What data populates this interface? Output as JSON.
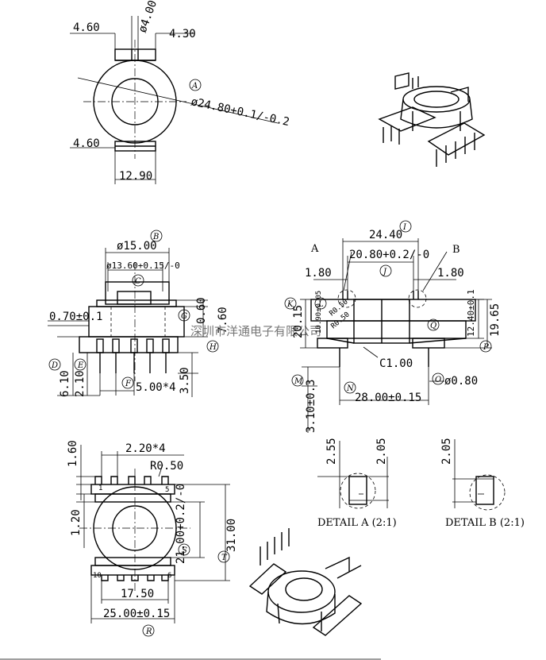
{
  "top_view": {
    "dims": [
      "4.60",
      "ø4.00",
      "4.30",
      "ø24.80+0.1/-0.2",
      "4.60",
      "12.90"
    ],
    "ref": "A"
  },
  "front_view": {
    "dims": [
      "ø15.00",
      "ø13.60+0.15/-0",
      "0.70±0.1",
      "0.60",
      "7.60",
      "6.10",
      "2.10",
      "5.00*4",
      "3.50"
    ],
    "refs": [
      "B",
      "C",
      "G",
      "H",
      "D",
      "E",
      "F"
    ]
  },
  "side_view": {
    "dims": [
      "24.40",
      "20.80+0.2/-0",
      "1.80",
      "1.80",
      "20.15",
      "10.90±0.05",
      "R0.50",
      "R0.50",
      "12.40±0.1",
      "19.65",
      "C1.00",
      "ø0.80",
      "28.00±0.15",
      "3.10±0.3"
    ],
    "refs": [
      "I",
      "J",
      "K",
      "L",
      "Q",
      "P",
      "M",
      "N",
      "O"
    ],
    "detail_markers": [
      "A",
      "B"
    ]
  },
  "bottom_view": {
    "dims": [
      "1.60",
      "2.20*4",
      "R0.50",
      "1.20",
      "21.00+0.2/-0",
      "31.00",
      "17.50",
      "25.00±0.15"
    ],
    "pin_numbers": [
      "1",
      "5",
      "10",
      "6"
    ],
    "refs": [
      "S",
      "T",
      "R"
    ]
  },
  "details": {
    "detail_a": {
      "label": "DETAIL A (2:1)",
      "dims": [
        "2.55",
        "2.05"
      ]
    },
    "detail_b": {
      "label": "DETAIL B (2:1)",
      "dims": [
        "2.05"
      ]
    }
  },
  "watermark": "深圳市洋通电子有限公司"
}
